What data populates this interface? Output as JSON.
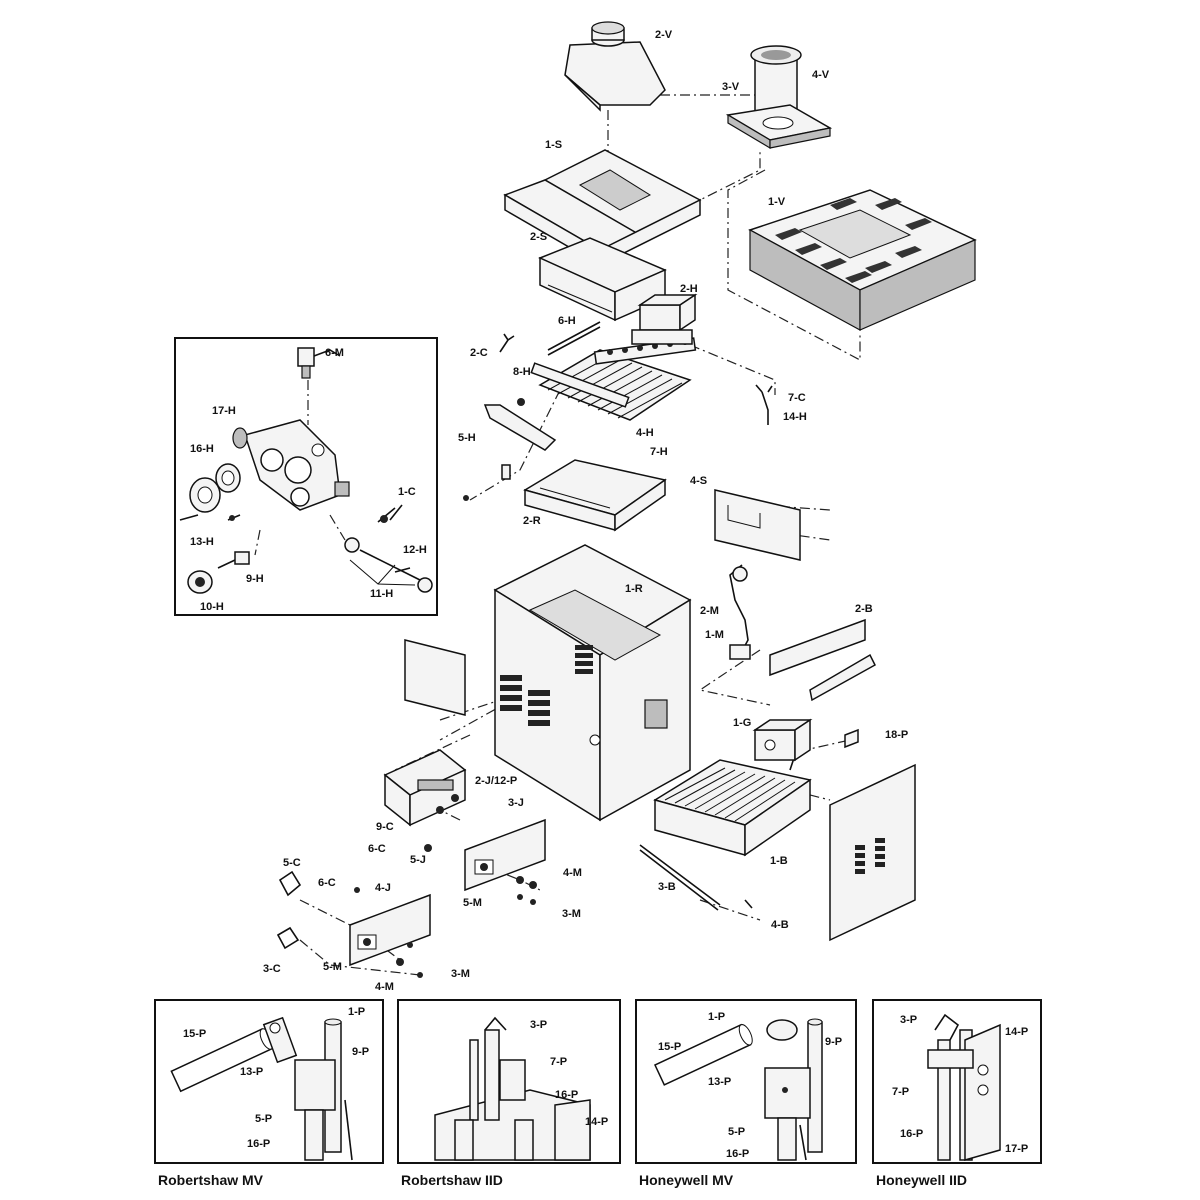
{
  "parts": {
    "v2": "2-V",
    "v3": "3-V",
    "v4": "4-V",
    "v1": "1-V",
    "s1": "1-S",
    "s2": "2-S",
    "s4": "4-S",
    "h2": "2-H",
    "h4": "4-H",
    "h5": "5-H",
    "h6": "6-H",
    "h7": "7-H",
    "h8": "8-H",
    "h14": "14-H",
    "c2": "2-C",
    "c7": "7-C",
    "r1": "1-R",
    "r2": "2-R",
    "m1": "1-M",
    "m2": "2-M",
    "m3a": "3-M",
    "m3b": "3-M",
    "m4a": "4-M",
    "m4b": "4-M",
    "m5a": "5-M",
    "m5b": "5-M",
    "b1": "1-B",
    "b2": "2-B",
    "b3": "3-B",
    "b4": "4-B",
    "g1": "1-G",
    "p18": "18-P",
    "j2": "2-J/12-P",
    "j3": "3-J",
    "j4": "4-J",
    "j5": "5-J",
    "c3": "3-C",
    "c5": "5-C",
    "c6a": "6-C",
    "c6b": "6-C",
    "c9": "9-C"
  },
  "inset": {
    "m6": "6-M",
    "h17": "17-H",
    "h16": "16-H",
    "c1": "1-C",
    "h13": "13-H",
    "h12": "12-H",
    "h9": "9-H",
    "h11": "11-H",
    "h10": "10-H"
  },
  "panels": [
    {
      "caption": "Robertshaw MV",
      "a": "15-P",
      "b": "1-P",
      "c": "9-P",
      "d": "13-P",
      "e": "5-P",
      "f": "16-P"
    },
    {
      "caption": "Robertshaw IID",
      "a": "3-P",
      "b": "7-P",
      "c": "16-P",
      "d": "14-P"
    },
    {
      "caption": "Honeywell MV",
      "a": "1-P",
      "b": "15-P",
      "c": "9-P",
      "d": "13-P",
      "e": "5-P",
      "f": "16-P"
    },
    {
      "caption": "Honeywell IID",
      "a": "3-P",
      "b": "14-P",
      "c": "7-P",
      "d": "16-P",
      "e": "17-P"
    }
  ]
}
